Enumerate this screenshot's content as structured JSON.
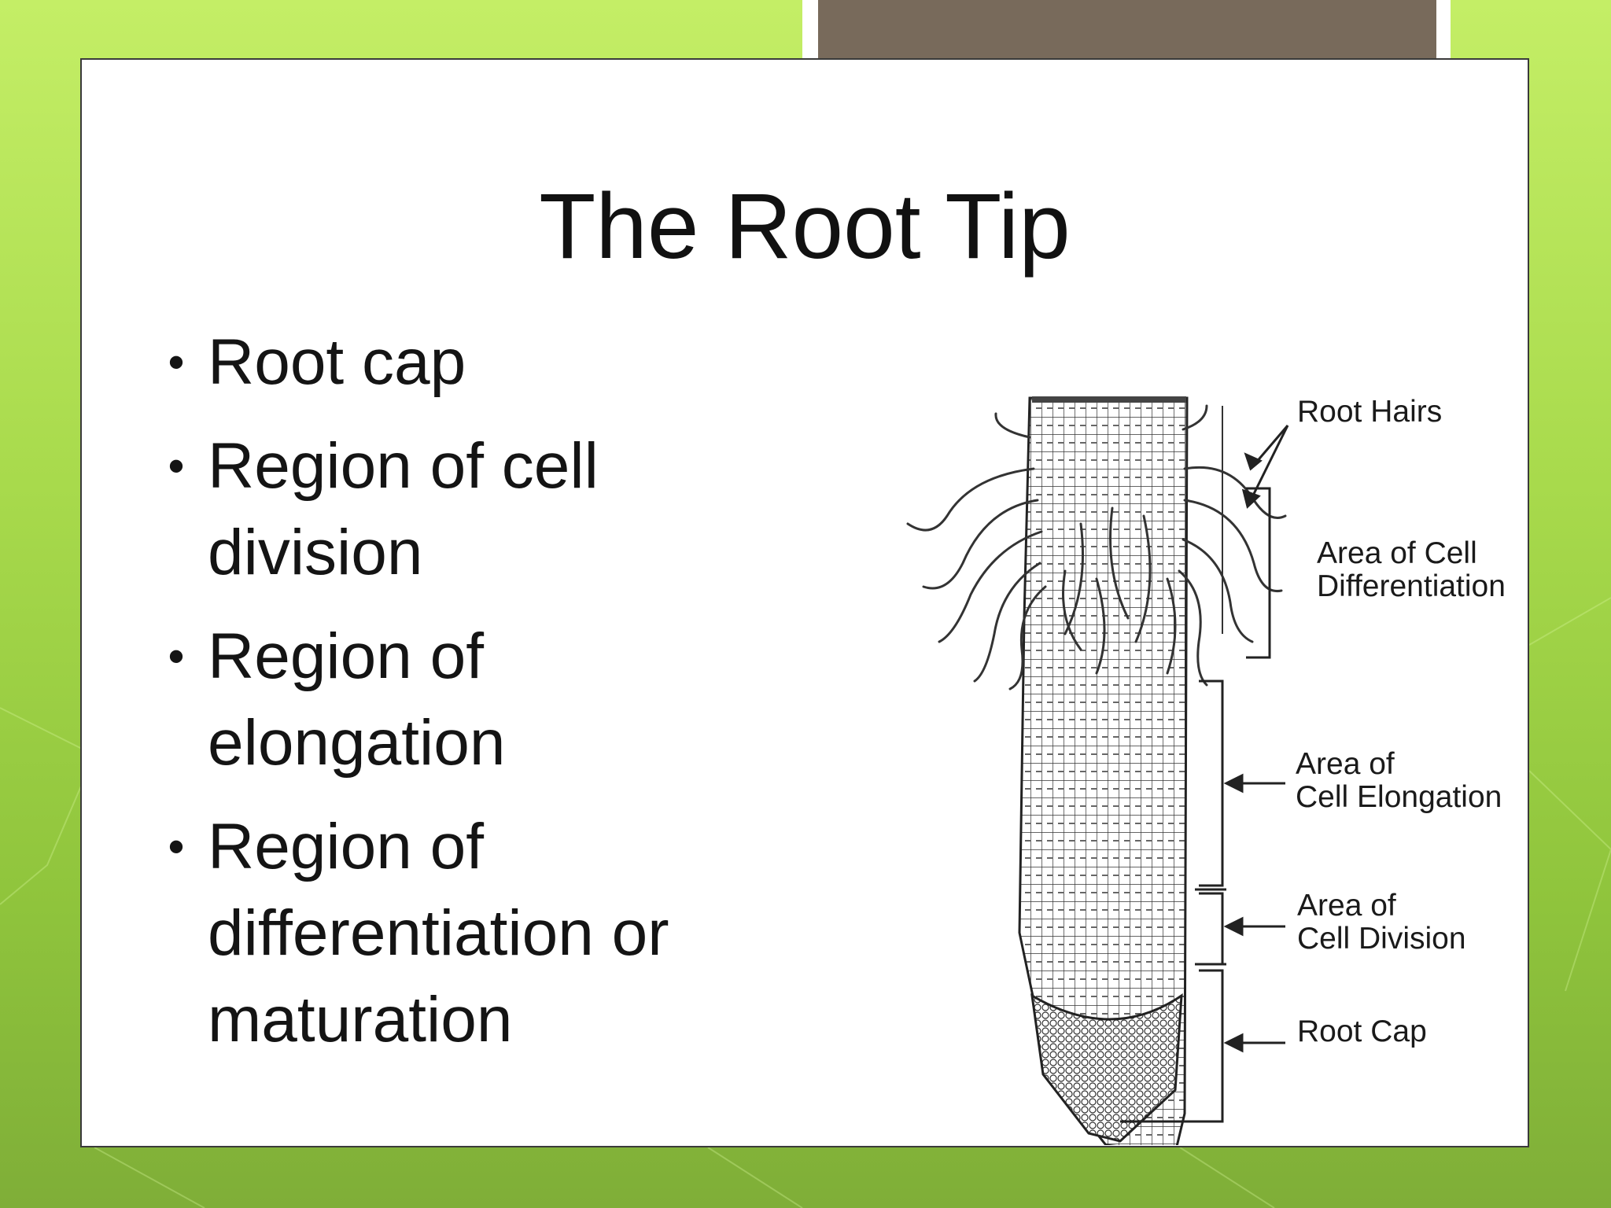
{
  "slide": {
    "title": "The Root Tip",
    "bullets": [
      {
        "lines": [
          "Root cap"
        ]
      },
      {
        "lines": [
          "Region of cell",
          "division"
        ]
      },
      {
        "lines": [
          "Region of",
          "elongation"
        ]
      },
      {
        "lines": [
          "Region of",
          "differentiation or",
          "maturation"
        ]
      }
    ]
  },
  "diagram": {
    "labels": {
      "root_hairs": "Root Hairs",
      "differentiation_1": "Area of Cell",
      "differentiation_2": "Differentiation",
      "elongation_1": "Area of",
      "elongation_2": "Cell Elongation",
      "division_1": "Area of",
      "division_2": "Cell Division",
      "root_cap": "Root Cap"
    }
  },
  "colors": {
    "background_green": "#a8da4c",
    "tab_brown": "#786a5b"
  }
}
